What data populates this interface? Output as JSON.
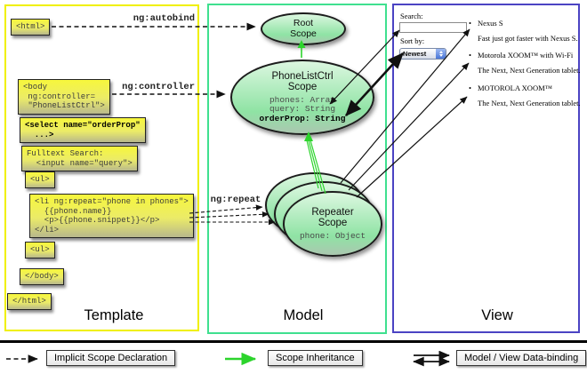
{
  "colors": {
    "template_border": "#f0f000",
    "model_border": "#3fe08f",
    "view_border": "#4b43c3",
    "inheritance_green": "#2cd42c",
    "box_yellow": "#f7f73c",
    "ellipse_top": "#dcf7e0",
    "ellipse_bottom": "#8fe3a4"
  },
  "columns": {
    "template": "Template",
    "model": "Model",
    "view": "View"
  },
  "edge_labels": {
    "autobind": "ng:autobind",
    "controller": "ng:controller",
    "repeat": "ng:repeat"
  },
  "template": {
    "html_open": "<html>",
    "body_open": "<body\n ng:controller=\n \"PhoneListCtrl\">",
    "select": "<select name=\"orderProp\"\n  ...>",
    "fulltext": "Fulltext Search:\n  <input name=\"query\">",
    "ul_open": "<ul>",
    "li_repeat": "<li ng:repeat=\"phone in phones\">\n  {{phone.name}}\n  <p>{{phone.snippet}}</p>\n</li>",
    "ul_close": "<ul>",
    "body_close": "</body>",
    "html_close": "</html>"
  },
  "model": {
    "root_scope": "Root\nScope",
    "phonelist_title": "PhoneListCtrl\nScope",
    "phonelist_props": "phones: Array\nquery: String",
    "phonelist_prop_bold": "orderProp: String",
    "repeater_title": "Repeater\nScope",
    "repeater_prop": "phone: Object"
  },
  "view": {
    "search_label": "Search:",
    "sort_label": "Sort by:",
    "sort_value": "Newest",
    "bullet": "•",
    "items": [
      {
        "name": "Nexus S",
        "desc": "Fast just got faster with Nexus S."
      },
      {
        "name": "Motorola XOOM™ with Wi-Fi",
        "desc": "The Next, Next Generation tablet."
      },
      {
        "name": "MOTOROLA XOOM™",
        "desc": "The Next, Next Generation tablet."
      }
    ]
  },
  "legend": {
    "implicit": "Implicit Scope Declaration",
    "inheritance": "Scope Inheritance",
    "databinding": "Model / View Data-binding"
  }
}
